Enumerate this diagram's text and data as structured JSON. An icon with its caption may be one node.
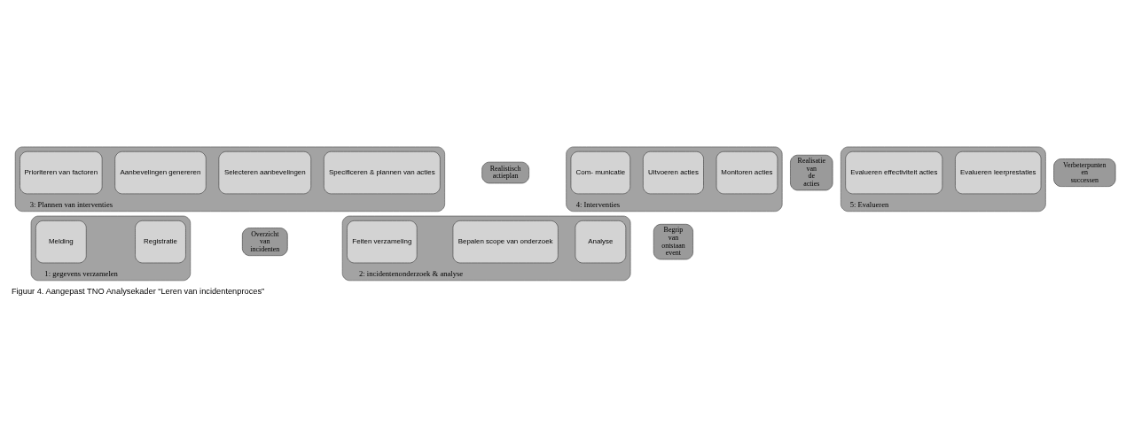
{
  "diagram": {
    "caption": "Figuur 4. Aangepast TNO Analysekader “Leren van incidentenproces”",
    "nodes": [
      {
        "text": [
          "1: gegevens verzamelen"
        ]
      },
      {
        "text": [
          "Melding"
        ],
        "in": 0
      },
      {
        "text": [
          "Registratie"
        ],
        "in": 0
      },
      {
        "text": [
          "Overzicht van incidenten"
        ]
      },
      {
        "text": [
          "2: incidentenonderzoek & analyse"
        ]
      },
      {
        "text": [
          "Feiten verzameling"
        ],
        "in": 4
      },
      {
        "text": [
          "Bepalen scope van onderzoek"
        ],
        "in": 4
      },
      {
        "text": [
          "Analyse"
        ],
        "in": 4
      },
      {
        "text": [
          "Begrip van ontstaan event"
        ]
      },
      {
        "text": [
          "3: Plannen van interventies"
        ]
      },
      {
        "text": [
          "Prioriteren van factoren"
        ],
        "in": 9
      },
      {
        "text": [
          "Aanbevelingen genereren"
        ],
        "in": 9
      },
      {
        "text": [
          "Selecteren aanbevelingen"
        ],
        "in": 9
      },
      {
        "text": [
          "Specificeren & plannen van acties"
        ],
        "in": 9
      },
      {
        "text": [
          "Realistisch actieplan"
        ]
      },
      {
        "text": [
          "4: Interventies"
        ]
      },
      {
        "text": [
          "Com- municatie"
        ],
        "in": 15
      },
      {
        "text": [
          "Uitvoeren acties"
        ],
        "in": 15
      },
      {
        "text": [
          "Monitoren acties"
        ],
        "in": 15
      },
      {
        "text": [
          "Realisatie van de acties"
        ]
      },
      {
        "text": [
          "5: Evalueren"
        ]
      },
      {
        "text": [
          "Evalueren effectiviteit acties"
        ],
        "in": 20
      },
      {
        "text": [
          "Evalueren leerprestaties"
        ],
        "in": 20
      },
      {
        "text": [
          "Verbeterpunten en successen"
        ]
      }
    ],
    "edges": []
  }
}
